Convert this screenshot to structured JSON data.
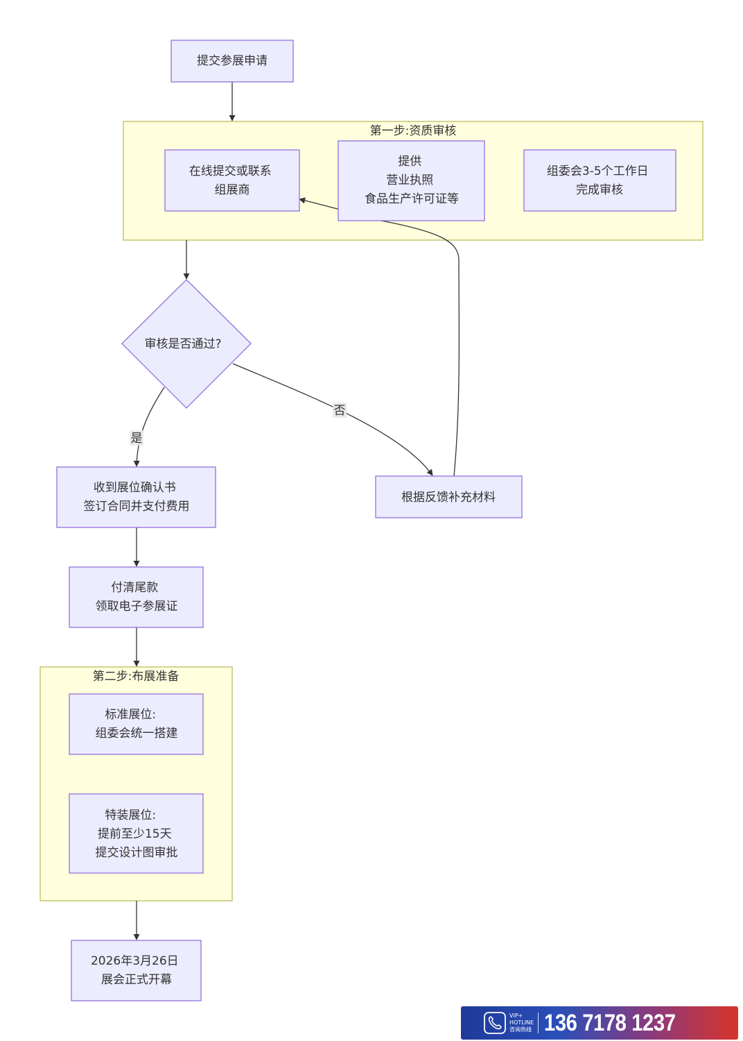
{
  "nodes": {
    "submit": [
      "提交参展申请"
    ],
    "online": [
      "在线提交或联系",
      "组展商"
    ],
    "provide": [
      "提供",
      "营业执照",
      "食品生产许可证等"
    ],
    "committee": [
      "组委会3-5个工作日",
      "完成审核"
    ],
    "decision": [
      "审核是否通过?"
    ],
    "receive": [
      "收到展位确认书",
      "签订合同并支付费用"
    ],
    "supplement": [
      "根据反馈补充材料"
    ],
    "pay": [
      "付清尾款",
      "领取电子参展证"
    ],
    "standard": [
      "标准展位:",
      "组委会统一搭建"
    ],
    "special": [
      "特装展位:",
      "提前至少15天",
      "提交设计图审批"
    ],
    "opening": [
      "2026年3月26日",
      "展会正式开幕"
    ]
  },
  "clusters": {
    "step1": "第一步:资质审核",
    "step2": "第二步:布展准备"
  },
  "edge_labels": {
    "yes": "是",
    "no": "否"
  },
  "colors": {
    "node_fill": "#ececff",
    "node_stroke": "#9370db",
    "cluster_fill": "#ffffde",
    "cluster_stroke": "#aaaa33",
    "edge": "#333333"
  },
  "hotline": {
    "tag_top": "VIP+",
    "tag_mid": "HOTLINE",
    "tag_cn": "咨询热线",
    "number": "136 7178 1237",
    "icon": "phone-icon"
  }
}
